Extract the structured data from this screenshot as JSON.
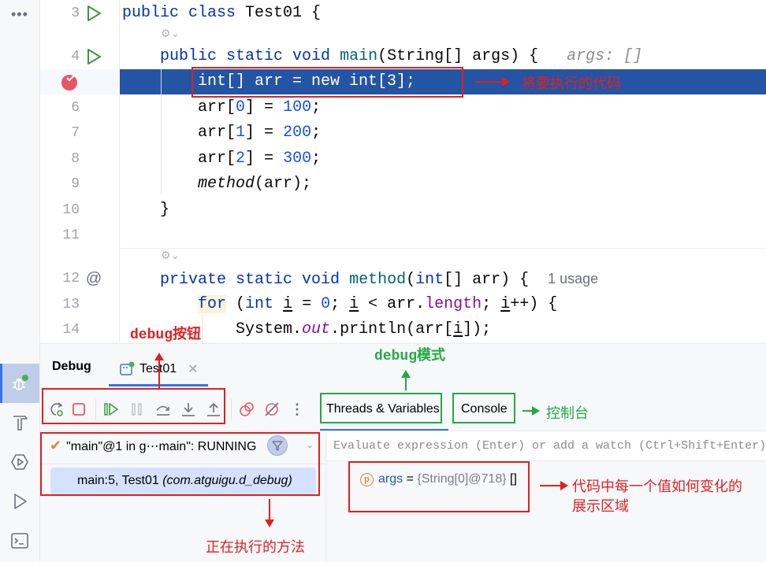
{
  "toolstrip": {
    "more_label": "•••",
    "items": [
      {
        "name": "debug",
        "active": true
      },
      {
        "name": "build"
      },
      {
        "name": "services"
      },
      {
        "name": "run"
      },
      {
        "name": "terminal"
      }
    ]
  },
  "editor": {
    "lines": [
      {
        "num": "3",
        "code": "public class Test01 {"
      },
      {
        "num": "4",
        "code": "public static void main(String[] args) {",
        "hint": "args: []"
      },
      {
        "num": "",
        "code": "int[] arr = new int[3];",
        "highlighted": true
      },
      {
        "num": "6",
        "code": "arr[0] = 100;"
      },
      {
        "num": "7",
        "code": "arr[1] = 200;"
      },
      {
        "num": "8",
        "code": "arr[2] = 300;"
      },
      {
        "num": "9",
        "code": "method(arr);"
      },
      {
        "num": "10",
        "code": "}"
      },
      {
        "num": "11",
        "code": ""
      },
      {
        "num": "12",
        "code": "private static void method(int[] arr) {",
        "hint": "1 usage"
      },
      {
        "num": "13",
        "code": "for (int i = 0; i < arr.length; i++) {"
      },
      {
        "num": "14",
        "code": "System.out.println(arr[i]);"
      }
    ]
  },
  "debug_panel": {
    "title": "Debug",
    "tab_label": "Test01",
    "views": {
      "threads_variables": "Threads & Variables",
      "console": "Console"
    },
    "thread": {
      "label": "\"main\"@1 in g⋯main\": RUNNING"
    },
    "frame": {
      "method": "main:5, Test01 ",
      "package": "(com.atguigu.d_debug)"
    },
    "evaluate_placeholder": "Evaluate expression (Enter) or add a watch (Ctrl+Shift+Enter)",
    "variables": [
      {
        "icon": "p",
        "name": "args",
        "eq": " = ",
        "type": "{String[0]@718}",
        "value": " []"
      }
    ]
  },
  "annotations": {
    "executing_code": "将要执行的代码",
    "debug_buttons_prefix": "debug",
    "debug_buttons_suffix": "按钮",
    "debug_mode_prefix": "debug",
    "debug_mode_suffix": "模式",
    "console": "控制台",
    "variables_area_line1": "代码中每一个值如何变化的",
    "variables_area_line2": "展示区域",
    "current_method": "正在执行的方法"
  },
  "colors": {
    "accent": "#3574f0",
    "highlight_line": "#2454a4",
    "annotation_red": "#e02020",
    "annotation_green": "#22aa44"
  }
}
